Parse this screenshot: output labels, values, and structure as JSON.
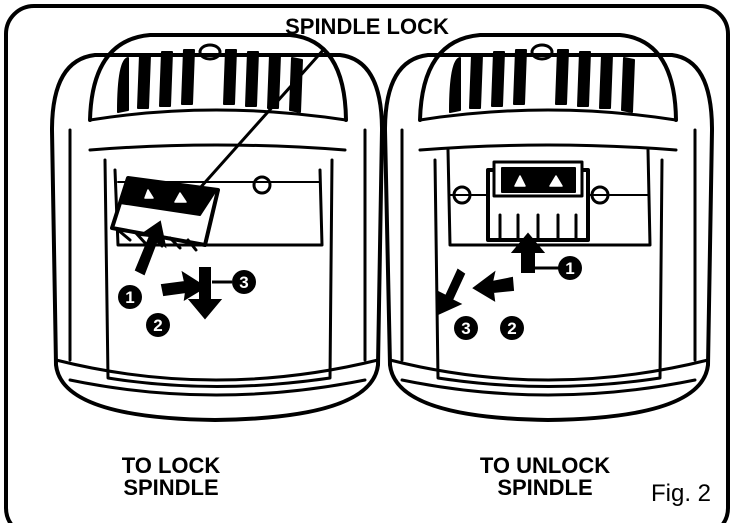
{
  "callout": {
    "spindle_lock": "SPINDLE LOCK"
  },
  "left_panel": {
    "caption_line1": "TO LOCK",
    "caption_line2": "SPINDLE",
    "steps": [
      "1",
      "2",
      "3"
    ]
  },
  "right_panel": {
    "caption_line1": "TO UNLOCK",
    "caption_line2": "SPINDLE",
    "steps": [
      "1",
      "2",
      "3"
    ]
  },
  "figure_label": "Fig. 2",
  "colors": {
    "line": "#000000",
    "background": "#ffffff"
  }
}
